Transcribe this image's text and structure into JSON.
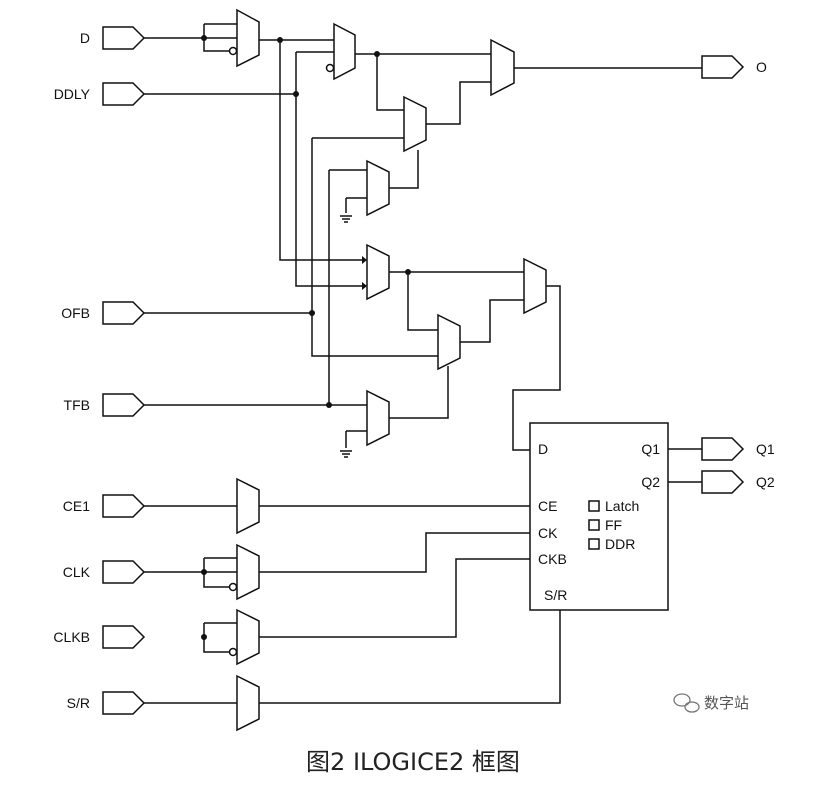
{
  "inputs": {
    "d": "D",
    "ddly": "DDLY",
    "ofb": "OFB",
    "tfb": "TFB",
    "ce1": "CE1",
    "clk": "CLK",
    "clkb": "CLKB",
    "sr": "S/R"
  },
  "outputs": {
    "o": "O",
    "q1": "Q1",
    "q2": "Q2"
  },
  "register": {
    "d": "D",
    "q1": "Q1",
    "q2": "Q2",
    "ce": "CE",
    "ck": "CK",
    "ckb": "CKB",
    "sr": "S/R",
    "options": [
      "Latch",
      "FF",
      "DDR"
    ]
  },
  "watermark": "数字站",
  "caption": "图2 ILOGICE2 框图"
}
